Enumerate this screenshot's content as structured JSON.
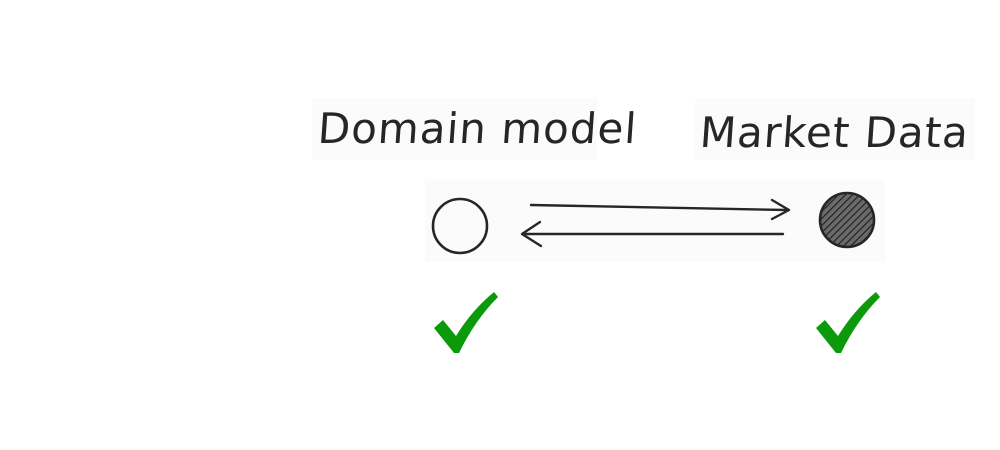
{
  "nodes": [
    {
      "label": "Domain model",
      "fill": "hollow",
      "status": "check"
    },
    {
      "label": "Market Data",
      "fill": "hatched",
      "status": "check"
    }
  ],
  "colors": {
    "ink": "#262626",
    "check": "#0a9a0a",
    "background": "#ffffff"
  },
  "icons": {
    "check": "check-mark-icon",
    "arrow_right": "arrow-right-icon",
    "arrow_left": "arrow-left-icon"
  }
}
